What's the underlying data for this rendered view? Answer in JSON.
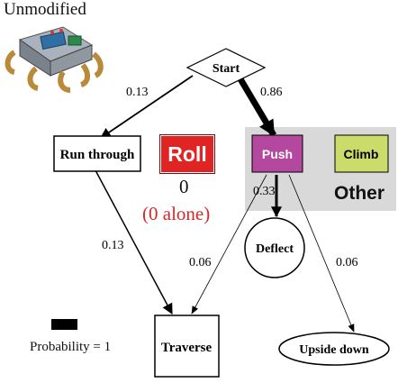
{
  "title": "Unmodified",
  "colors": {
    "roll": "#e02424",
    "roll_alone": "#d42a2a",
    "push": "#b4489e",
    "climb": "#cbdc6a",
    "other_region": "#d9d9d9"
  },
  "nodes": {
    "start": "Start",
    "run_through": "Run through",
    "roll": "Roll",
    "push": "Push",
    "climb": "Climb",
    "deflect": "Deflect",
    "traverse": "Traverse",
    "upside_down": "Upside down"
  },
  "roll_count": "0",
  "roll_alone": "(0 alone)",
  "other_label": "Other",
  "edges": {
    "start_run": "0.13",
    "start_push": "0.86",
    "push_deflect": "0.33",
    "run_traverse": "0.13",
    "push_traverse": "0.06",
    "push_upside": "0.06"
  },
  "legend": "Probability = 1"
}
